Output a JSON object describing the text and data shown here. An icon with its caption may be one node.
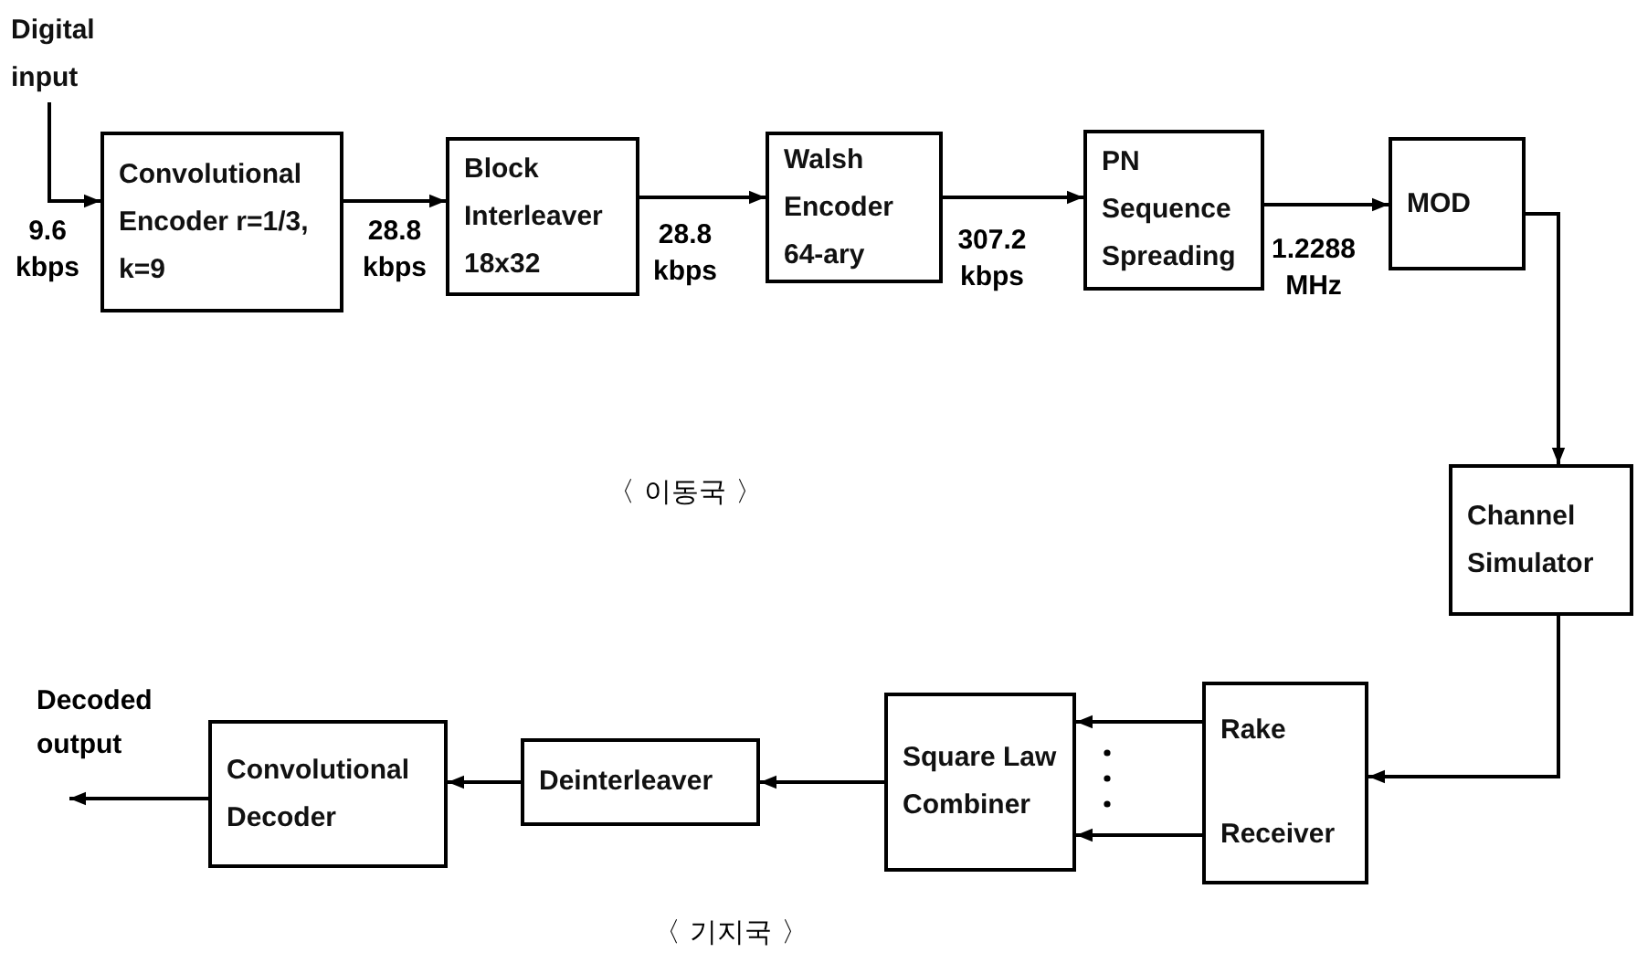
{
  "diagram": {
    "nodes": [
      {
        "text": [
          "Digital input"
        ]
      },
      {
        "text": [
          "Convolutional Encoder r=1/3, k=9"
        ]
      },
      {
        "text": [
          "Block Interleaver 18x32"
        ]
      },
      {
        "text": [
          "Walsh Encoder 64-ary"
        ]
      },
      {
        "text": [
          "PN Sequence Spreading"
        ]
      },
      {
        "text": [
          "MOD"
        ]
      },
      {
        "text": [
          "Channel Simulator"
        ]
      },
      {
        "text": [
          "Rake",
          "Receiver"
        ]
      },
      {
        "text": [
          "Square Law Combiner"
        ]
      },
      {
        "text": [
          "Deinterleaver"
        ]
      },
      {
        "text": [
          "Convolutional Decoder"
        ]
      }
    ],
    "edges": [
      {
        "from": 0,
        "to": 1,
        "arrow": "to",
        "label": "9.6 kbps"
      },
      {
        "from": 1,
        "to": 2,
        "arrow": "to",
        "label": "28.8 kbps"
      },
      {
        "from": 2,
        "to": 3,
        "arrow": "to",
        "label": "28.8 kbps"
      },
      {
        "from": 3,
        "to": 4,
        "arrow": "to",
        "label": "307.2 kbps"
      },
      {
        "from": 4,
        "to": 5,
        "arrow": "to",
        "label": "1.2288 MHz"
      },
      {
        "from": 5,
        "to": 6,
        "arrow": "to"
      },
      {
        "from": 6,
        "to": 7,
        "arrow": "to"
      },
      {
        "from": 7,
        "to": 8,
        "arrow": "to"
      },
      {
        "from": 7,
        "to": 8,
        "arrow": "to"
      },
      {
        "from": 8,
        "to": 9,
        "arrow": "to"
      },
      {
        "from": 9,
        "to": 10,
        "arrow": "to"
      },
      {
        "from": 10,
        "to": null,
        "arrow": "to"
      }
    ],
    "labels": [
      "Decoded output",
      "〈 이동국 〉",
      "〈 기지국 〉"
    ]
  }
}
